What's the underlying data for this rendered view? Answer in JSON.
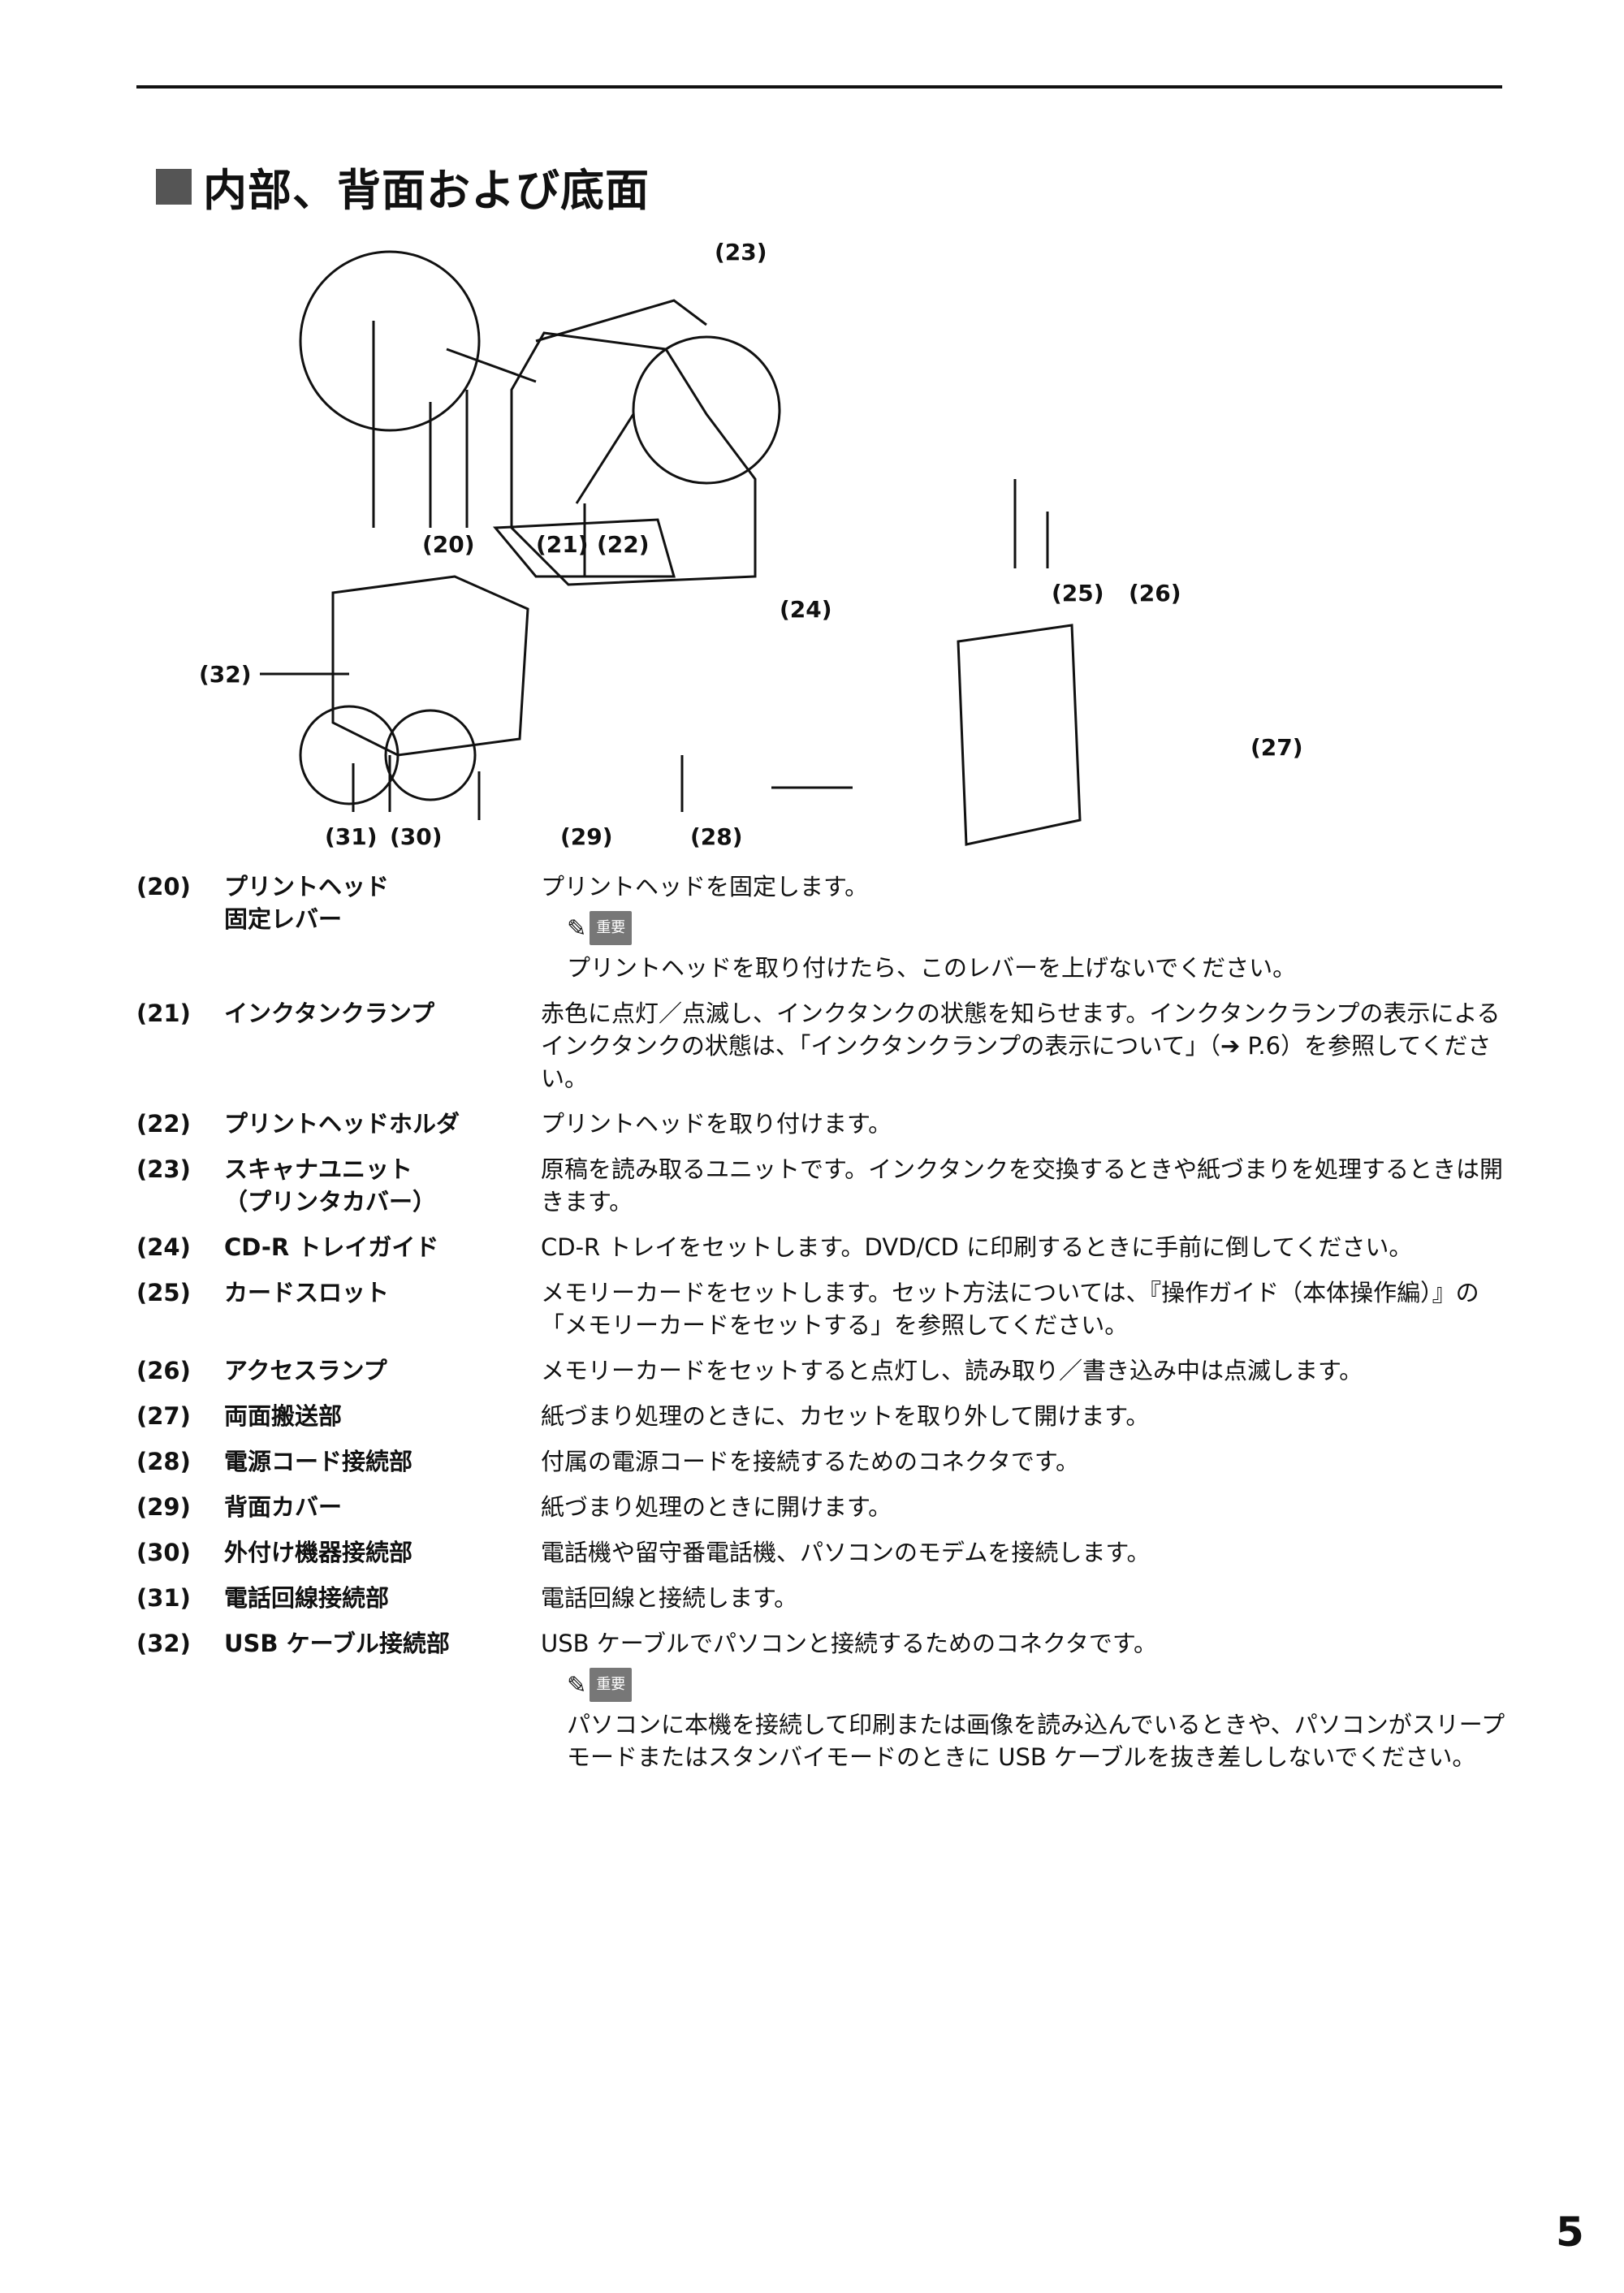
{
  "section": {
    "title": "内部、背面および底面"
  },
  "figure": {
    "callouts": [
      "(23)",
      "(20)",
      "(21)",
      "(22)",
      "(24)",
      "(25)",
      "(26)",
      "(32)",
      "(27)",
      "(31)",
      "(30)",
      "(29)",
      "(28)"
    ]
  },
  "items": [
    {
      "num": "(20)",
      "name": "プリントヘッド\n固定レバー",
      "desc": "プリントヘッドを固定します。",
      "note": {
        "badge": "重要",
        "text": "プリントヘッドを取り付けたら、このレバーを上げないでください。"
      }
    },
    {
      "num": "(21)",
      "name": "インクタンクランプ",
      "desc": "赤色に点灯／点滅し、インクタンクの状態を知らせます。インクタンクランプの表示によるインクタンクの状態は、「インクタンクランプの表示について」（➔ P.6）を参照してください。"
    },
    {
      "num": "(22)",
      "name": "プリントヘッドホルダ",
      "desc": "プリントヘッドを取り付けます。"
    },
    {
      "num": "(23)",
      "name": "スキャナユニット\n（プリンタカバー）",
      "desc": "原稿を読み取るユニットです。インクタンクを交換するときや紙づまりを処理するときは開きます。"
    },
    {
      "num": "(24)",
      "name": "CD-R トレイガイド",
      "desc": "CD-R トレイをセットします。DVD/CD に印刷するときに手前に倒してください。"
    },
    {
      "num": "(25)",
      "name": "カードスロット",
      "desc": "メモリーカードをセットします。セット方法については、『操作ガイド（本体操作編）』の「メモリーカードをセットする」を参照してください。"
    },
    {
      "num": "(26)",
      "name": "アクセスランプ",
      "desc": "メモリーカードをセットすると点灯し、読み取り／書き込み中は点滅します。"
    },
    {
      "num": "(27)",
      "name": "両面搬送部",
      "desc": "紙づまり処理のときに、カセットを取り外して開けます。"
    },
    {
      "num": "(28)",
      "name": "電源コード接続部",
      "desc": "付属の電源コードを接続するためのコネクタです。"
    },
    {
      "num": "(29)",
      "name": "背面カバー",
      "desc": "紙づまり処理のときに開けます。"
    },
    {
      "num": "(30)",
      "name": "外付け機器接続部",
      "desc": "電話機や留守番電話機、パソコンのモデムを接続します。"
    },
    {
      "num": "(31)",
      "name": "電話回線接続部",
      "desc": "電話回線と接続します。"
    },
    {
      "num": "(32)",
      "name": "USB ケーブル接続部",
      "desc": "USB ケーブルでパソコンと接続するためのコネクタです。",
      "note": {
        "badge": "重要",
        "text": "パソコンに本機を接続して印刷または画像を読み込んでいるときや、パソコンがスリープモードまたはスタンバイモードのときに USB ケーブルを抜き差ししないでください。"
      }
    }
  ],
  "page_number": "5"
}
